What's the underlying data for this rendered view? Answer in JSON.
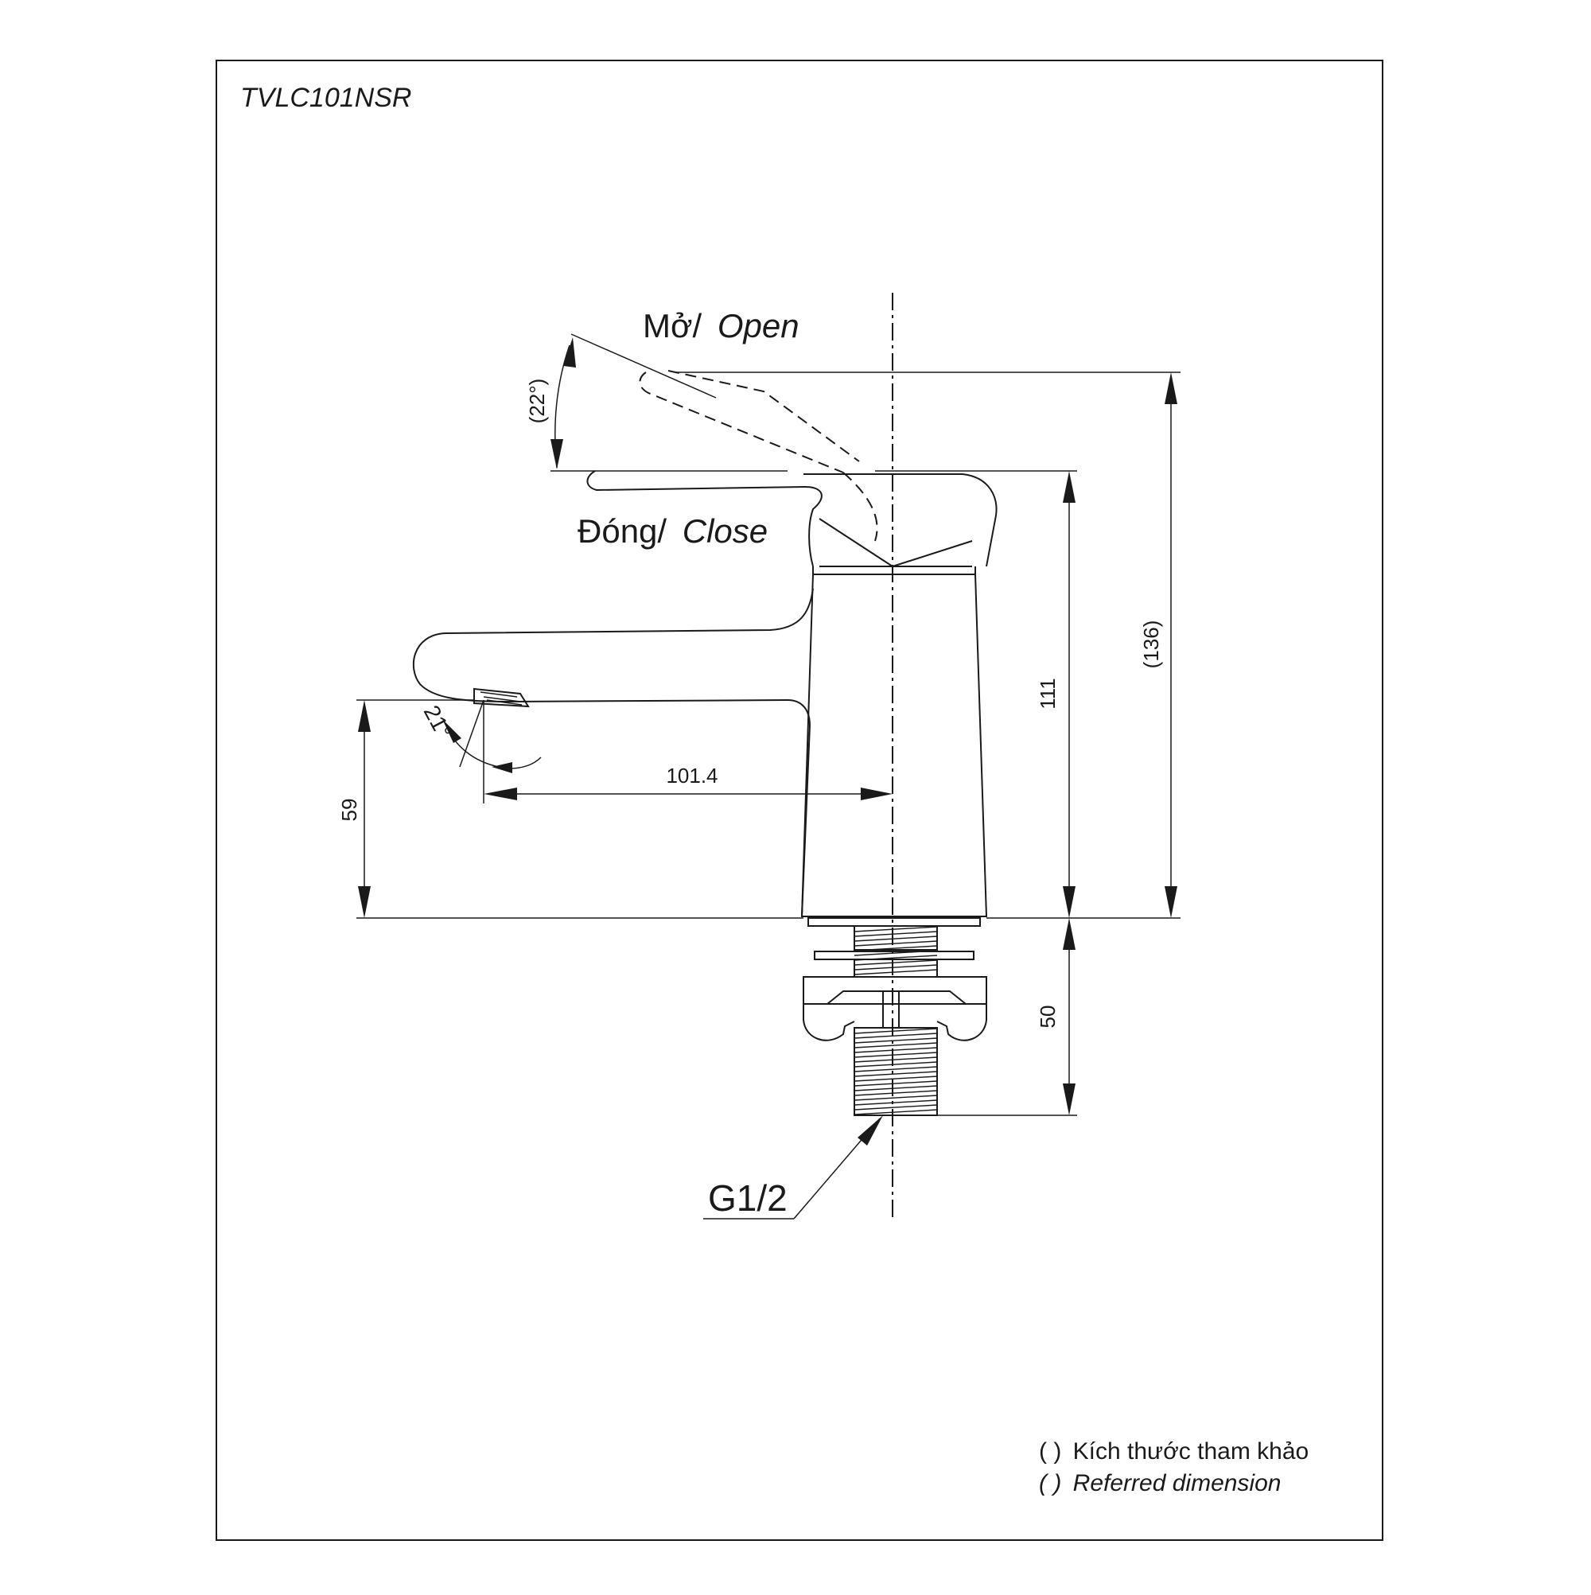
{
  "model_code": "TVLC101NSR",
  "labels": {
    "open_vi": "Mở/",
    "open_en": "Open",
    "close_vi": "Đóng/",
    "close_en": "Close",
    "thread_spec": "G1/2"
  },
  "dimensions": {
    "lever_angle": "(22°)",
    "spout_angle": "21°",
    "spout_reach": "101.4",
    "body_height": "111",
    "total_height": "(136)",
    "spout_height": "59",
    "shank_length": "50"
  },
  "legend": {
    "line1_paren": "( )",
    "line1_text": "Kích thước tham khảo",
    "line2_paren": "( )",
    "line2_text": "Referred dimension"
  }
}
